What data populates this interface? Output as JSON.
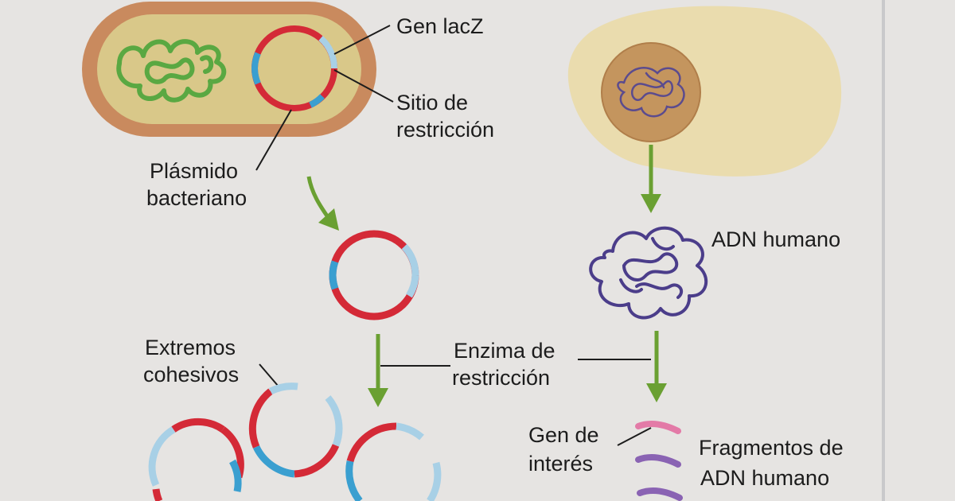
{
  "labels": {
    "gen_lacz": "Gen lacZ",
    "sitio_line1": "Sitio de",
    "sitio_line2": "restricción",
    "plasmido_line1": "Plásmido",
    "plasmido_line2": "bacteriano",
    "adn_humano": "ADN humano",
    "extremos_line1": "Extremos",
    "extremos_line2": "cohesivos",
    "enzima_line1": "Enzima de",
    "enzima_line2": "restricción",
    "gen_interes_line1": "Gen de",
    "gen_interes_line2": "interés",
    "fragmentos_line1": "Fragmentos de",
    "fragmentos_line2": "ADN humano"
  },
  "colors": {
    "background": "#e6e4e2",
    "bacterium_wall": "#c98a5e",
    "bacterium_cytoplasm": "#d9c889",
    "bacterial_chromosome": "#5aa842",
    "plasmid_red": "#d42a37",
    "plasmid_blue": "#3a9fd0",
    "sticky_end": "#a8d0e6",
    "human_cell": "#eadcae",
    "nucleus": "#c4955e",
    "dna_purple": "#4b3d8a",
    "arrow_green": "#6aa032",
    "gene_pink": "#e37aa7",
    "fragment_purple": "#8a63b3"
  }
}
